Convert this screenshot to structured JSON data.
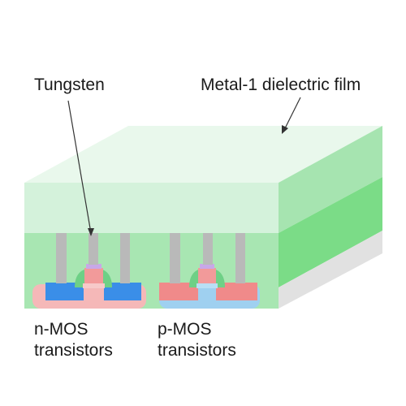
{
  "labels": {
    "tungsten": "Tungsten",
    "dielectric": "Metal-1 dielectric film",
    "nmos_line1": "n-MOS",
    "nmos_line2": "transistors",
    "pmos_line1": "p-MOS",
    "pmos_line2": "transistors"
  },
  "colors": {
    "top_face": "#e9f8ec",
    "front_upper": "#d4f2db",
    "front_middle": "#a8e6b2",
    "side_upper": "#a6e4b0",
    "side_middle": "#7bdc87",
    "side_base": "#e1e1e1",
    "tungsten": "#b9b9b9",
    "n_diffusion": "#f5b8b8",
    "p_diffusion": "#9fd0f0",
    "n_source_drain": "#3a8ee8",
    "p_source_drain": "#f08a8a",
    "gate": "#f29a9a",
    "spacer": "#6ed086",
    "contact_cap": "#c8a8e8",
    "leader_line": "#333333"
  },
  "icons": [
    "arrow-icon"
  ]
}
